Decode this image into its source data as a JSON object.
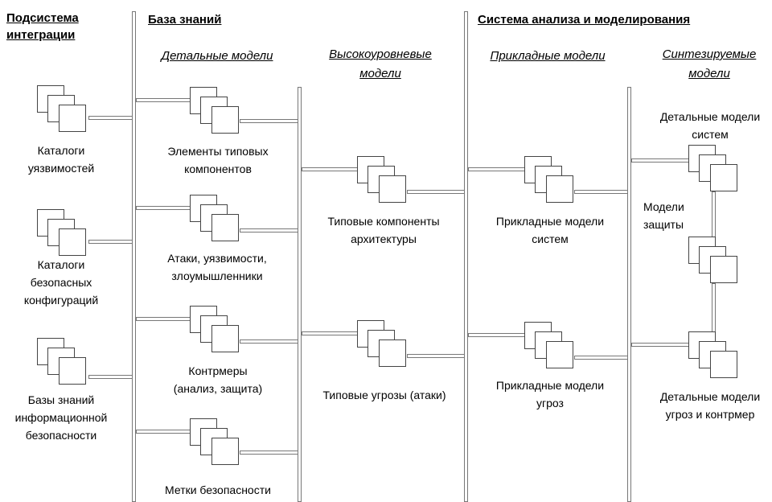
{
  "headers": {
    "integration": "Подсистема\nинтеграции",
    "knowledge_base": "База знаний",
    "analysis_system": "Система анализа и моделирования"
  },
  "subheaders": {
    "detailed_models": "Детальные модели",
    "high_level_models": "Высокоуровневые\nмодели",
    "applied_models": "Прикладные модели",
    "synthesized_models": "Синтезируемые\nмодели"
  },
  "labels": {
    "vuln_catalogs": "Каталоги\nуязвимостей",
    "secure_configs": "Каталоги\nбезопасных\nконфигураций",
    "infosec_kb": "Базы знаний\nинформационной\nбезопасности",
    "typical_elements": "Элементы типовых\nкомпонентов",
    "attacks": "Атаки, уязвимости,\nзлоумышленники",
    "countermeasures": "Контрмеры\n(анализ, защита)",
    "security_labels": "Метки безопасности",
    "typical_arch": "Типовые компоненты\nархитектуры",
    "typical_threats": "Типовые угрозы (атаки)",
    "applied_systems": "Прикладные модели\nсистем",
    "applied_threats": "Прикладные модели\nугроз",
    "detailed_systems": "Детальные модели\nсистем",
    "protection_models": "Модели\nзащиты",
    "detailed_threats": "Детальные модели\nугроз и контрмер"
  }
}
